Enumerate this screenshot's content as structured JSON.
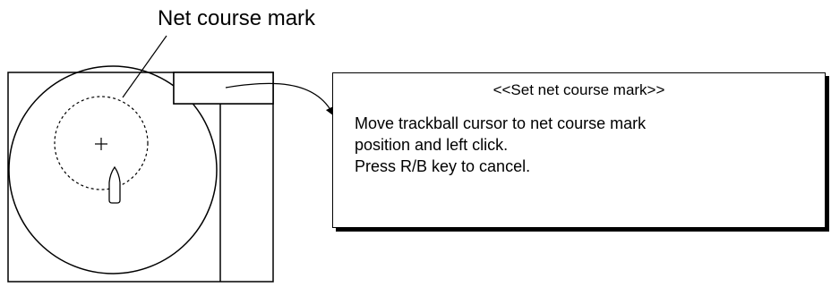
{
  "callout": {
    "label": "Net course mark"
  },
  "dialog": {
    "title": "<<Set net course mark>>",
    "lines": [
      "Move trackball cursor to net course mark",
      "position and left click.",
      "Press R/B key to cancel."
    ]
  },
  "colors": {
    "line": "#000000",
    "background": "#ffffff"
  }
}
